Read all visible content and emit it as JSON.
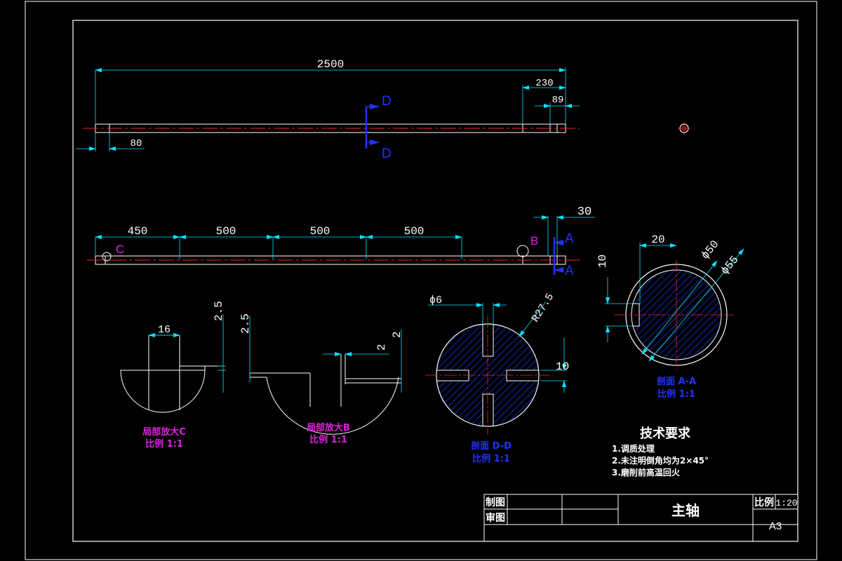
{
  "colors": {
    "background": "#000000",
    "line": "#ffffff",
    "dimension": "#00e5ff",
    "center": "#ff2020",
    "hatch": "#1a3cff",
    "section": "#2233ff",
    "detail": "#e020e0"
  },
  "front_view": {
    "overall_length": "2500",
    "right_end_length": "230",
    "right_step_length": "89",
    "left_step_length": "80",
    "section_mark": "D"
  },
  "keyway_view": {
    "segments": [
      "450",
      "500",
      "500",
      "500"
    ],
    "end_length": "30",
    "detail_c_label": "C",
    "detail_b_label": "B",
    "section_a_label": "A"
  },
  "detail_c": {
    "width": "16",
    "depth": "2.5",
    "title": "局部放大C",
    "scale": "比例 1:1"
  },
  "detail_b": {
    "depth": "2.5",
    "width": "2",
    "height": "2",
    "title": "局部放大B",
    "scale": "比例 1:1"
  },
  "section_dd": {
    "hole_diameter": "ϕ6",
    "radius": "R27.5",
    "slot_width": "10",
    "title": "剖面 D-D",
    "scale": "比例 1:1"
  },
  "section_aa": {
    "flat_width": "20",
    "flat_depth": "10",
    "diameter_inner": "ϕ50",
    "diameter_outer": "ϕ55",
    "title": "剖面 A-A",
    "scale": "比例 1:1"
  },
  "technical_requirements": {
    "heading": "技术要求",
    "items": [
      "1.调质处理",
      "2.未注明倒角均为2×45°",
      "3.磨削前高温回火"
    ]
  },
  "title_block": {
    "drawn_label": "制图",
    "checked_label": "审图",
    "part_name": "主轴",
    "scale_label": "比例",
    "scale_value": "1:20",
    "sheet_size": "A3"
  }
}
